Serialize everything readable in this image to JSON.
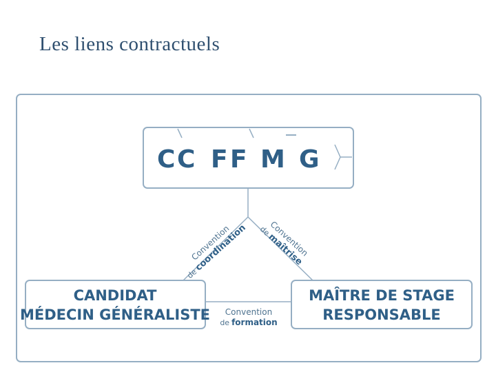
{
  "slide": {
    "title": "Les liens contractuels"
  },
  "diagram": {
    "top_box": {
      "letters": [
        "C",
        "C",
        "F",
        "F",
        "M",
        "G"
      ]
    },
    "left_box": {
      "line1": "CANDIDAT",
      "line2": "MÉDECIN GÉNÉRALISTE"
    },
    "right_box": {
      "line1": "MAÎTRE DE STAGE",
      "line2": "RESPONSABLE"
    },
    "links": {
      "left": {
        "word": "Convention",
        "prep": "de",
        "kind": "coordination"
      },
      "right": {
        "word": "Convention",
        "prep": "de",
        "kind": "maîtrise"
      },
      "bottom": {
        "word": "Convention",
        "prep": "de",
        "kind": "formation"
      }
    },
    "colors": {
      "text": "#2f5f87",
      "border": "#95aec3",
      "title": "#2f4f6f"
    }
  }
}
